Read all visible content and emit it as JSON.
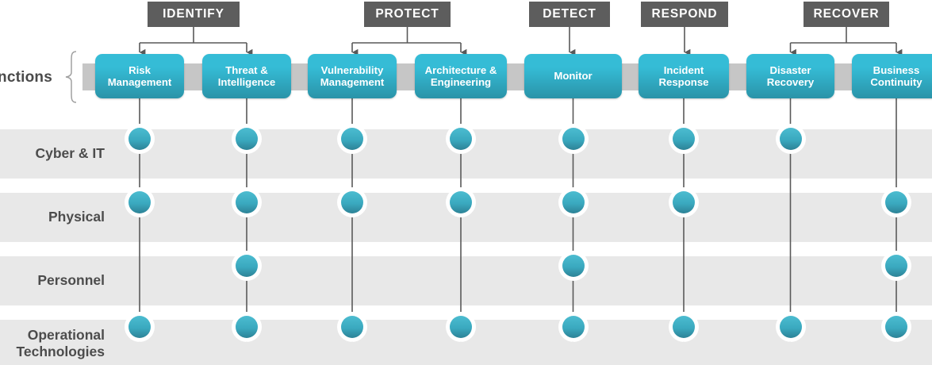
{
  "diagram": {
    "title_axis_label": "Functions",
    "phases": [
      {
        "label": "IDENTIFY",
        "x": 186,
        "width": 116,
        "covers": [
          0,
          1
        ]
      },
      {
        "label": "PROTECT",
        "x": 459,
        "width": 109,
        "covers": [
          2,
          3
        ]
      },
      {
        "label": "DETECT",
        "x": 667,
        "width": 102,
        "covers": [
          4
        ]
      },
      {
        "label": "RESPOND",
        "x": 808,
        "width": 110,
        "covers": [
          5
        ]
      },
      {
        "label": "RECOVER",
        "x": 1013,
        "width": 108,
        "covers": [
          6,
          7
        ]
      }
    ],
    "functions": [
      {
        "label": "Risk Management",
        "line1": "Risk",
        "line2": "Management",
        "x": 120,
        "width": 112
      },
      {
        "label": "Threat & Intelligence",
        "line1": "Threat &",
        "line2": "Intelligence",
        "x": 255,
        "width": 112
      },
      {
        "label": "Vulnerability Management",
        "line1": "Vulnerability",
        "line2": "Management",
        "x": 388,
        "width": 112
      },
      {
        "label": "Architecture & Engineering",
        "line1": "Architecture &",
        "line2": "Engineering",
        "x": 523,
        "width": 116
      },
      {
        "label": "Monitor",
        "line1": "Monitor",
        "line2": "",
        "x": 661,
        "width": 123
      },
      {
        "label": "Incident Response",
        "line1": "Incident",
        "line2": "Response",
        "x": 805,
        "width": 114
      },
      {
        "label": "Disaster Recovery",
        "line1": "Disaster",
        "line2": "Recovery",
        "x": 941,
        "width": 111
      },
      {
        "label": "Business Continuity",
        "line1": "Business",
        "line2": "Continuity",
        "x": 1074,
        "width": 112
      }
    ],
    "domains": [
      {
        "label": "Cyber & IT",
        "line1": "Cyber & IT",
        "line2": ""
      },
      {
        "label": "Physical",
        "line1": "Physical",
        "line2": ""
      },
      {
        "label": "Personnel",
        "line1": "Personnel",
        "line2": ""
      },
      {
        "label": "Operational Technologies",
        "line1": "Operational",
        "line2": "Technologies"
      }
    ],
    "matrix": [
      [
        true,
        true,
        true,
        true,
        true,
        true,
        true,
        false
      ],
      [
        true,
        true,
        true,
        true,
        true,
        true,
        false,
        true
      ],
      [
        false,
        true,
        false,
        false,
        true,
        false,
        false,
        true
      ],
      [
        true,
        true,
        true,
        true,
        true,
        true,
        true,
        true
      ]
    ],
    "colors": {
      "phase_box": "#5d5d5d",
      "function_box_top": "#35bcd6",
      "function_box_bottom": "#2a93a8",
      "strip_bar": "#c6c6c6",
      "row_band": "#e8e8e8",
      "connector_line": "#595959",
      "text_dark": "#4c4c4c",
      "text_light": "#ffffff"
    }
  },
  "chart_data": {
    "type": "heatmap",
    "title": "Functions",
    "categories": [
      "Risk Management",
      "Threat & Intelligence",
      "Vulnerability Management",
      "Architecture & Engineering",
      "Monitor",
      "Incident Response",
      "Disaster Recovery",
      "Business Continuity"
    ],
    "groups": [
      {
        "name": "IDENTIFY",
        "members": [
          "Risk Management",
          "Threat & Intelligence"
        ]
      },
      {
        "name": "PROTECT",
        "members": [
          "Vulnerability Management",
          "Architecture & Engineering"
        ]
      },
      {
        "name": "DETECT",
        "members": [
          "Monitor"
        ]
      },
      {
        "name": "RESPOND",
        "members": [
          "Incident Response"
        ]
      },
      {
        "name": "RECOVER",
        "members": [
          "Disaster Recovery",
          "Business Continuity"
        ]
      }
    ],
    "rows": [
      "Cyber & IT",
      "Physical",
      "Personnel",
      "Operational Technologies"
    ],
    "series": [
      {
        "name": "Cyber & IT",
        "values": [
          1,
          1,
          1,
          1,
          1,
          1,
          1,
          0
        ]
      },
      {
        "name": "Physical",
        "values": [
          1,
          1,
          1,
          1,
          1,
          1,
          0,
          1
        ]
      },
      {
        "name": "Personnel",
        "values": [
          0,
          1,
          0,
          0,
          1,
          0,
          0,
          1
        ]
      },
      {
        "name": "Operational Technologies",
        "values": [
          1,
          1,
          1,
          1,
          1,
          1,
          1,
          1
        ]
      }
    ],
    "xlabel": "",
    "ylabel": "",
    "legend": "",
    "grid": false
  }
}
